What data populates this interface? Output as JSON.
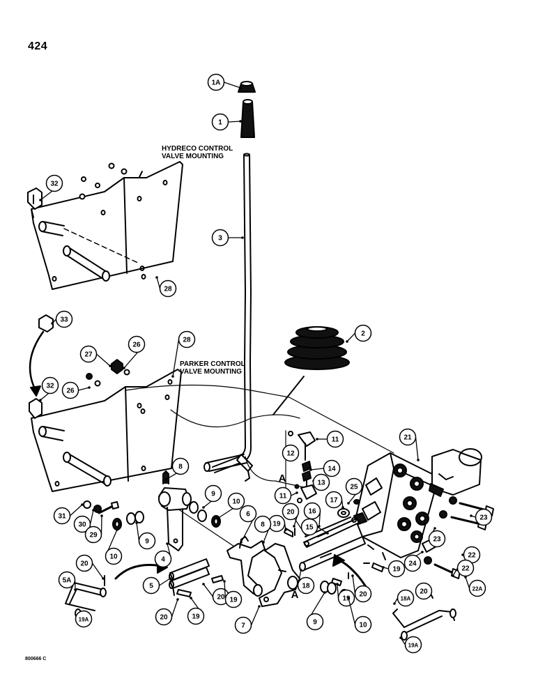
{
  "page": {
    "number": "424",
    "doc_code": "800666 C"
  },
  "captions": {
    "hydreco_line1": "HYDRECO CONTROL",
    "hydreco_line2": "VALVE MOUNTING",
    "parker_line1": "PARKER CONTROL",
    "parker_line2": "VALVE MOUNTING"
  },
  "callouts": [
    "1A",
    "1",
    "3",
    "32",
    "28",
    "33",
    "26",
    "27",
    "28",
    "26",
    "32",
    "2",
    "21",
    "11",
    "12",
    "14",
    "13",
    "11",
    "25",
    "17",
    "16",
    "15",
    "19",
    "20",
    "8",
    "9",
    "10",
    "31",
    "30",
    "29",
    "9",
    "10",
    "4",
    "6",
    "8",
    "23",
    "23",
    "24",
    "22",
    "22A",
    "20",
    "5A",
    "19A",
    "5",
    "20",
    "19",
    "20",
    "19",
    "7",
    "18",
    "19",
    "20",
    "19",
    "9",
    "10",
    "18A",
    "20",
    "19A",
    "22"
  ],
  "section_marks": [
    "A",
    "A"
  ]
}
